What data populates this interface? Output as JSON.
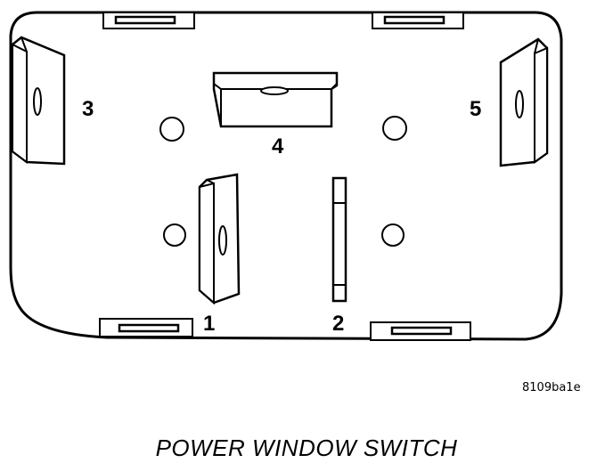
{
  "diagram": {
    "caption": "POWER WINDOW SWITCH",
    "figure_code": "8109ba1e",
    "terminals": [
      {
        "label": "1"
      },
      {
        "label": "2"
      },
      {
        "label": "3"
      },
      {
        "label": "4"
      },
      {
        "label": "5"
      }
    ],
    "colors": {
      "stroke": "#000000",
      "fill": "#ffffff"
    }
  }
}
